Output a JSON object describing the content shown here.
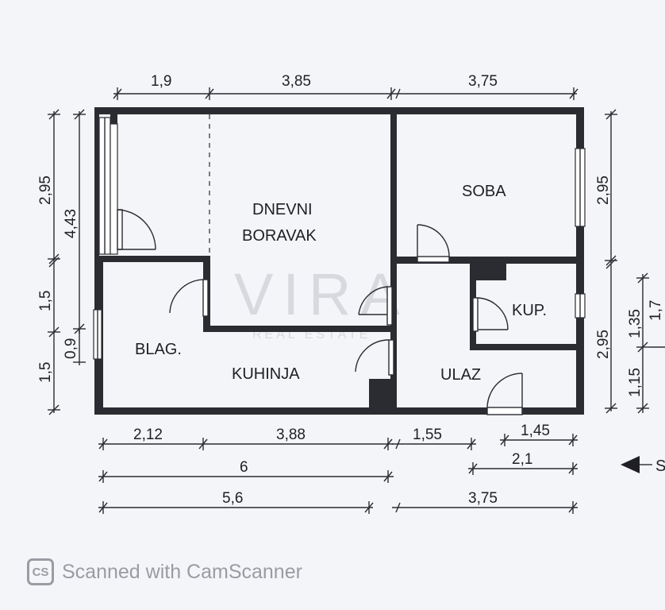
{
  "rooms": {
    "dnevni_1": "DNEVNI",
    "dnevni_2": "BORAVAK",
    "soba": "SOBA",
    "kup": "KUP.",
    "blag": "BLAG.",
    "kuhinja": "KUHINJA",
    "ulaz": "ULAZ"
  },
  "dimensions": {
    "top_1": "1,9",
    "top_2": "3,85",
    "top_3": "3,75",
    "left_outer": "4,43",
    "left_inner_top": "2,95",
    "left_inner_mid": "1,5",
    "left_mid_b": "1,5",
    "left_small": "0,9",
    "right_soba": "2,95",
    "right_lower": "2,95",
    "right_kup": "1,35",
    "right_cut": "1,7",
    "right_ulaz": "1,15",
    "bottom_1": "2,12",
    "bottom_2": "3,88",
    "bottom_3": "1,55",
    "bottom_4": "1,45",
    "row2_left": "6",
    "row2_right": "2,1",
    "row3_left": "5,6",
    "row3_right": "3,75"
  },
  "watermark": {
    "brand": "VIRA",
    "sub": "REAL ESTATE"
  },
  "section_marker": "S",
  "scanner": {
    "logo": "CS",
    "text": "Scanned with CamScanner"
  }
}
